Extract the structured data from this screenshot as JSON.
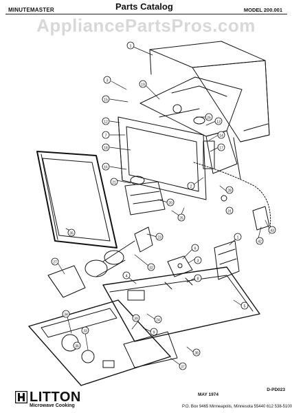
{
  "header": {
    "brand_left": "MINUTEMASTER",
    "title": "Parts Catalog",
    "model": "MODEL 200.001"
  },
  "watermark": "AppliancePartsPros.com",
  "callouts": [
    "1",
    "2",
    "3",
    "4",
    "5",
    "6",
    "7",
    "8",
    "9",
    "10",
    "11",
    "12",
    "13",
    "14",
    "15",
    "16",
    "17",
    "18",
    "19",
    "20",
    "21",
    "22",
    "23",
    "24",
    "25",
    "26",
    "27",
    "28",
    "29",
    "30",
    "31",
    "32",
    "33",
    "34",
    "35",
    "36",
    "37",
    "38",
    "39",
    "40",
    "41",
    "42",
    "43"
  ],
  "footer": {
    "code": "D-PD023",
    "date": "MAY 1974",
    "address": "P.O. Box 9465   Minneapolis, Minnesota 55440   612 538-5100",
    "brand": "LITTON",
    "brand_sub": "Microwave Cooking"
  },
  "colors": {
    "ink": "#111111",
    "watermark": "#d8d8d8",
    "background": "#ffffff"
  }
}
